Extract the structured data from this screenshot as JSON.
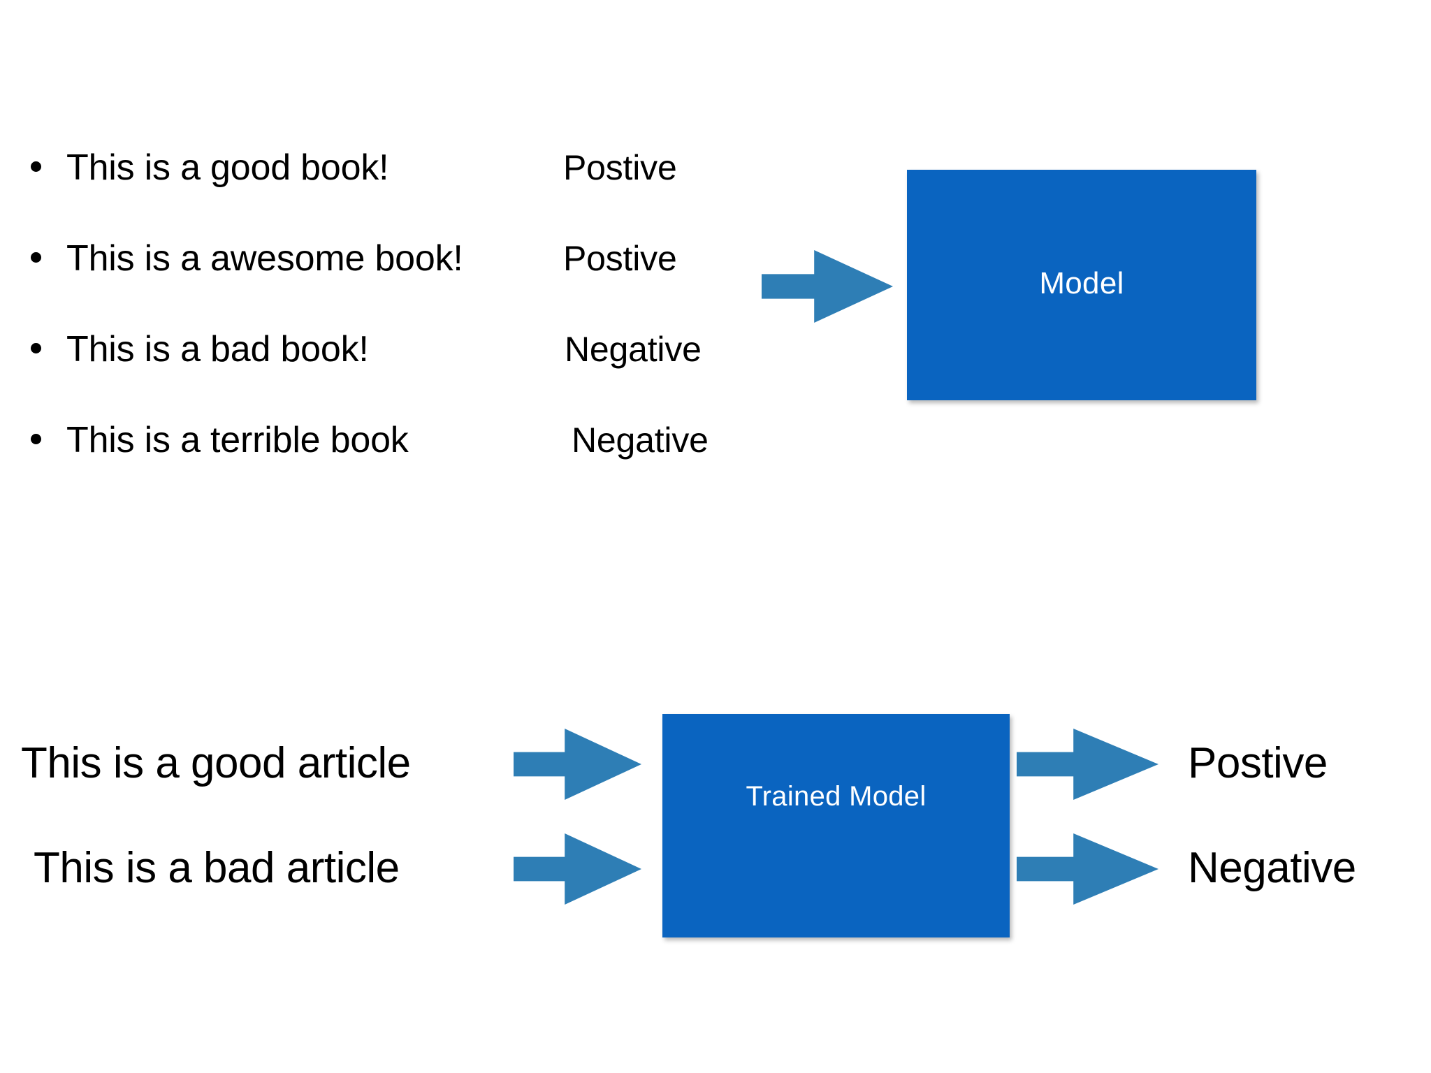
{
  "slide": {
    "background_color": "#FFFFFF",
    "box_color": "#0A64C0",
    "arrow_color": "#2E7EB5",
    "text_color": "#000000",
    "box_label_color": "#FFFFFF"
  },
  "training": {
    "examples": [
      {
        "text": "This is a good book!",
        "label": "Postive"
      },
      {
        "text": "This is a awesome book!",
        "label": "Postive"
      },
      {
        "text": "This is a bad book!",
        "label": "Negative"
      },
      {
        "text": "This is a terrible book",
        "label": "Negative"
      }
    ],
    "arrow_name": "training-arrow",
    "model_box_label": "Model"
  },
  "inference": {
    "inputs": [
      {
        "text": "This is a good article"
      },
      {
        "text": "This is a bad article"
      }
    ],
    "model_box_label": "Trained Model",
    "outputs": [
      {
        "text": "Postive"
      },
      {
        "text": "Negative"
      }
    ]
  }
}
